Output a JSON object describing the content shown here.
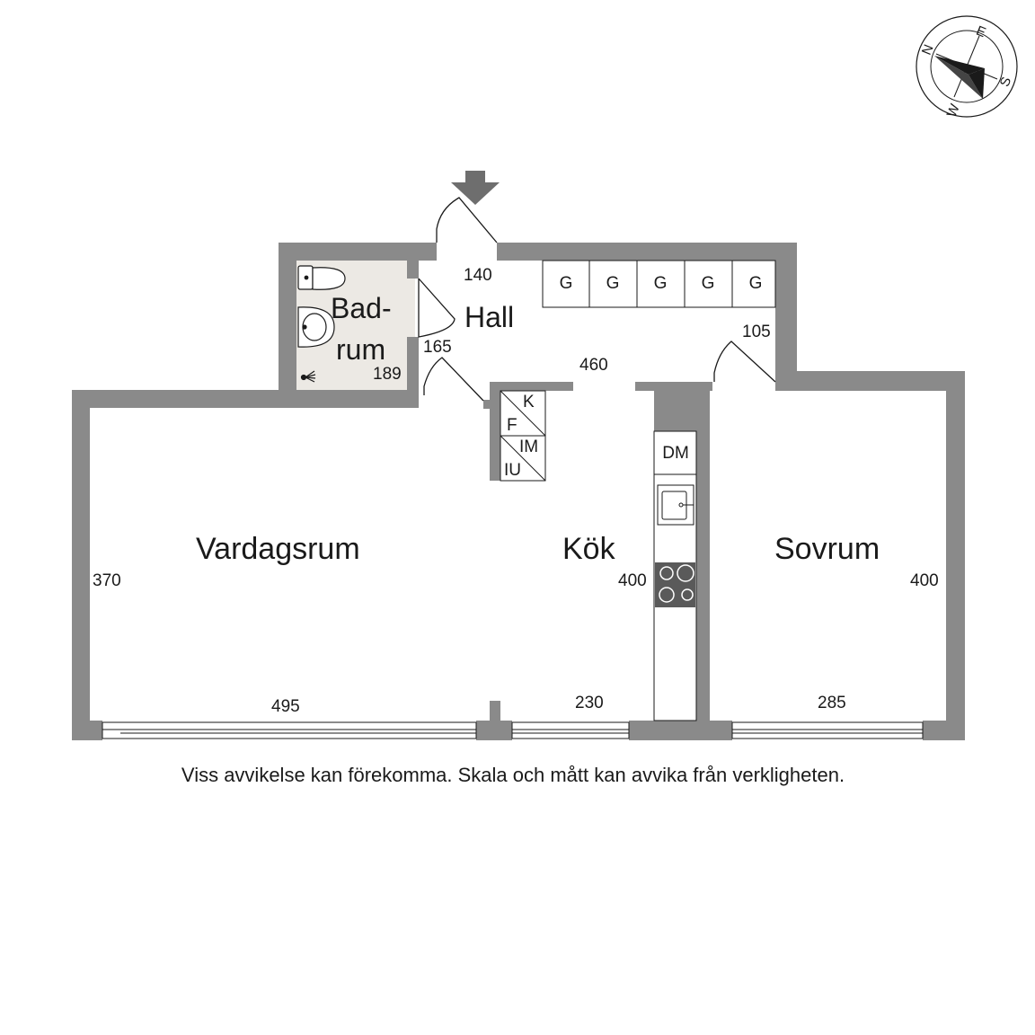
{
  "rooms": {
    "bathroom": {
      "line1": "Bad-",
      "line2": "rum"
    },
    "hall": "Hall",
    "living": "Vardagsrum",
    "kitchen": "Kök",
    "bedroom": "Sovrum"
  },
  "dimensions": {
    "hall_top": "140",
    "hall_door": "165",
    "bath": "189",
    "bed_door": "105",
    "kitchen_opening": "460",
    "living_height": "370",
    "kitchen_height": "400",
    "bedroom_height": "400",
    "living_width": "495",
    "kitchen_width": "230",
    "bedroom_width": "285"
  },
  "wardrobes": [
    "G",
    "G",
    "G",
    "G",
    "G"
  ],
  "appliances": {
    "k": "K",
    "f": "F",
    "im": "IM",
    "iu": "IU",
    "dm": "DM"
  },
  "compass": {
    "n": "N",
    "e": "E",
    "s": "S",
    "w": "W"
  },
  "disclaimer": "Viss avvikelse kan förekomma. Skala och mått kan avvika från verkligheten.",
  "colors": {
    "wall": "#8a8a8a",
    "bath_floor": "#ece9e4",
    "line": "#1a1a1a"
  }
}
